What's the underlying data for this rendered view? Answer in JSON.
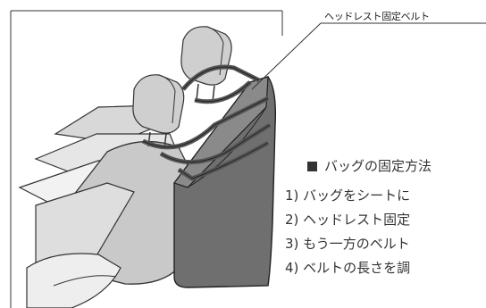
{
  "callout_label": "ヘッドレスト固定ベルト",
  "instructions": {
    "heading": "バッグの固定方法",
    "steps": [
      "1) バッグをシートに",
      "2) ヘッドレスト固定",
      "3) もう一方のベルト",
      "4) ベルトの長さを調"
    ]
  },
  "colors": {
    "bag": "#6f6f6f",
    "seat": "#c9c9c9",
    "belt": "#555555"
  }
}
